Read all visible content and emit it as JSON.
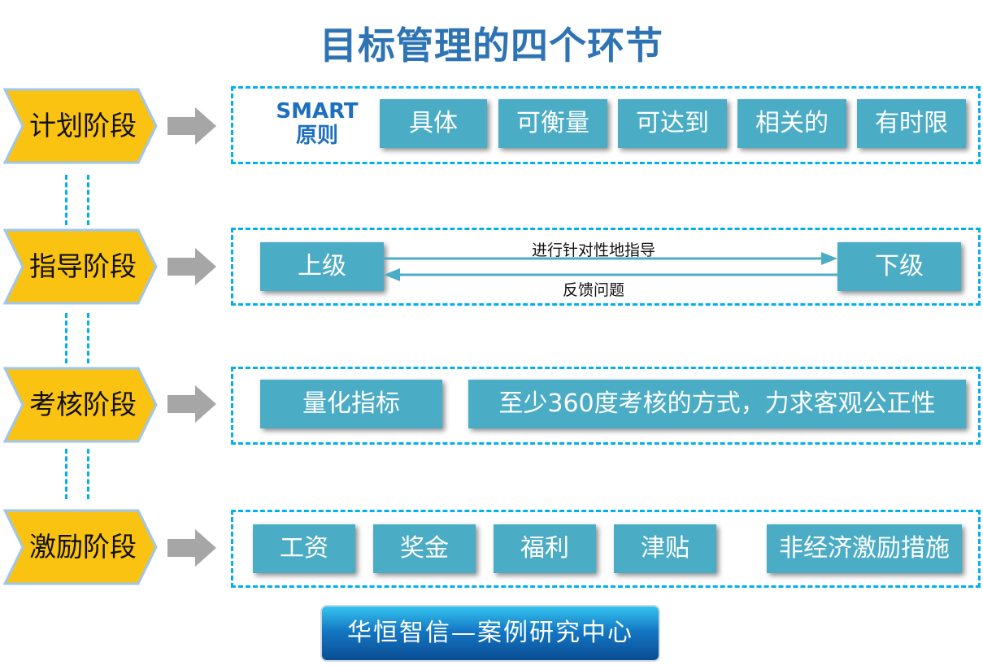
{
  "title": "目标管理的四个环节",
  "stages": [
    {
      "label": "计划阶段"
    },
    {
      "label": "指导阶段"
    },
    {
      "label": "考核阶段"
    },
    {
      "label": "激励阶段"
    }
  ],
  "planning": {
    "smart_line1": "SMART",
    "smart_line2": "原则",
    "items": [
      "具体",
      "可衡量",
      "可达到",
      "相关的",
      "有时限"
    ]
  },
  "guidance": {
    "superior": "上级",
    "subordinate": "下级",
    "down_label": "进行针对性地指导",
    "up_label": "反馈问题"
  },
  "assessment": {
    "items": [
      "量化指标",
      "至少360度考核的方式，力求客观公正性"
    ]
  },
  "incentive": {
    "items": [
      "工资",
      "奖金",
      "福利",
      "津贴",
      "非经济激励措施"
    ]
  },
  "footer": "华恒智信—案例研究中心",
  "colors": {
    "title": "#2e74b5",
    "chevron": "#fbc311",
    "box": "#4bacc6",
    "dash": "#00b0f0",
    "arrow": "#a6a6a6"
  }
}
